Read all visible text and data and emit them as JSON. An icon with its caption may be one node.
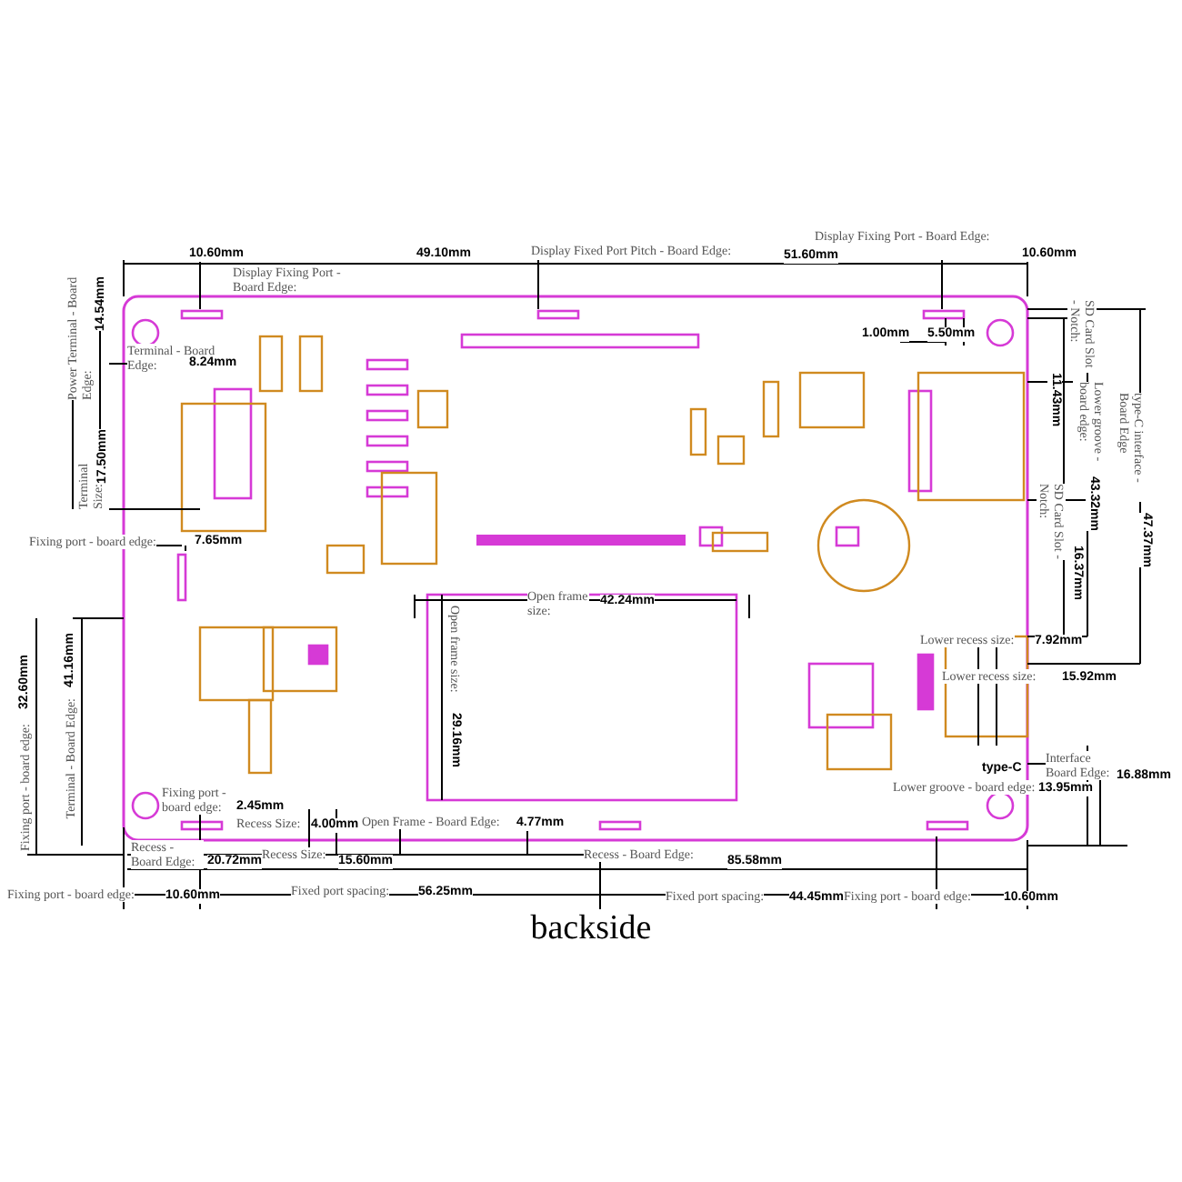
{
  "diagram": {
    "caption": "backside",
    "labels": [
      "10.60mm",
      "49.10mm",
      "Display Fixed Port Pitch - Board Edge:",
      "51.60mm",
      "Display Fixing Port - Board Edge:",
      "10.60mm",
      "Display Fixing Port - Board Edge:",
      "Power Terminal - Board Edge:",
      "14.54mm",
      "Terminal - Board Edge:",
      "8.24mm",
      "1.00mm",
      "5.50mm",
      "SD Card Slot - Notch:",
      "11.43mm",
      "Lower groove - board edge:",
      "43.32mm",
      "SD Card Slot - Notch:",
      "16.37mm",
      "type-C interface - Board Edge",
      "47.37mm",
      "Terminal Size:",
      "17.50mm",
      "Fixing port - board edge:",
      "7.65mm",
      "Open frame size:",
      "42.24mm",
      "Open frame size:",
      "29.16mm",
      "Lower recess size:",
      "7.92mm",
      "Lower recess size:",
      "15.92mm",
      "Fixing port - board edge:",
      "32.60mm",
      "Terminal - Board Edge:",
      "41.16mm",
      "type-C",
      "Interface Board Edge:",
      "16.88mm",
      "Lower groove - board edge:",
      "13.95mm",
      "Fixing port - board edge:",
      "2.45mm",
      "Recess Size:",
      "4.00mm",
      "Open Frame - Board Edge:",
      "4.77mm",
      "Recess - Board Edge:",
      "20.72mm",
      "Recess Size:",
      "15.60mm",
      "Recess - Board Edge:",
      "85.58mm",
      "Fixing port - board edge:",
      "10.60mm",
      "Fixed port spacing:",
      "56.25mm",
      "Fixed port spacing:",
      "44.45mm",
      "Fixing port - board edge:",
      "10.60mm"
    ]
  }
}
